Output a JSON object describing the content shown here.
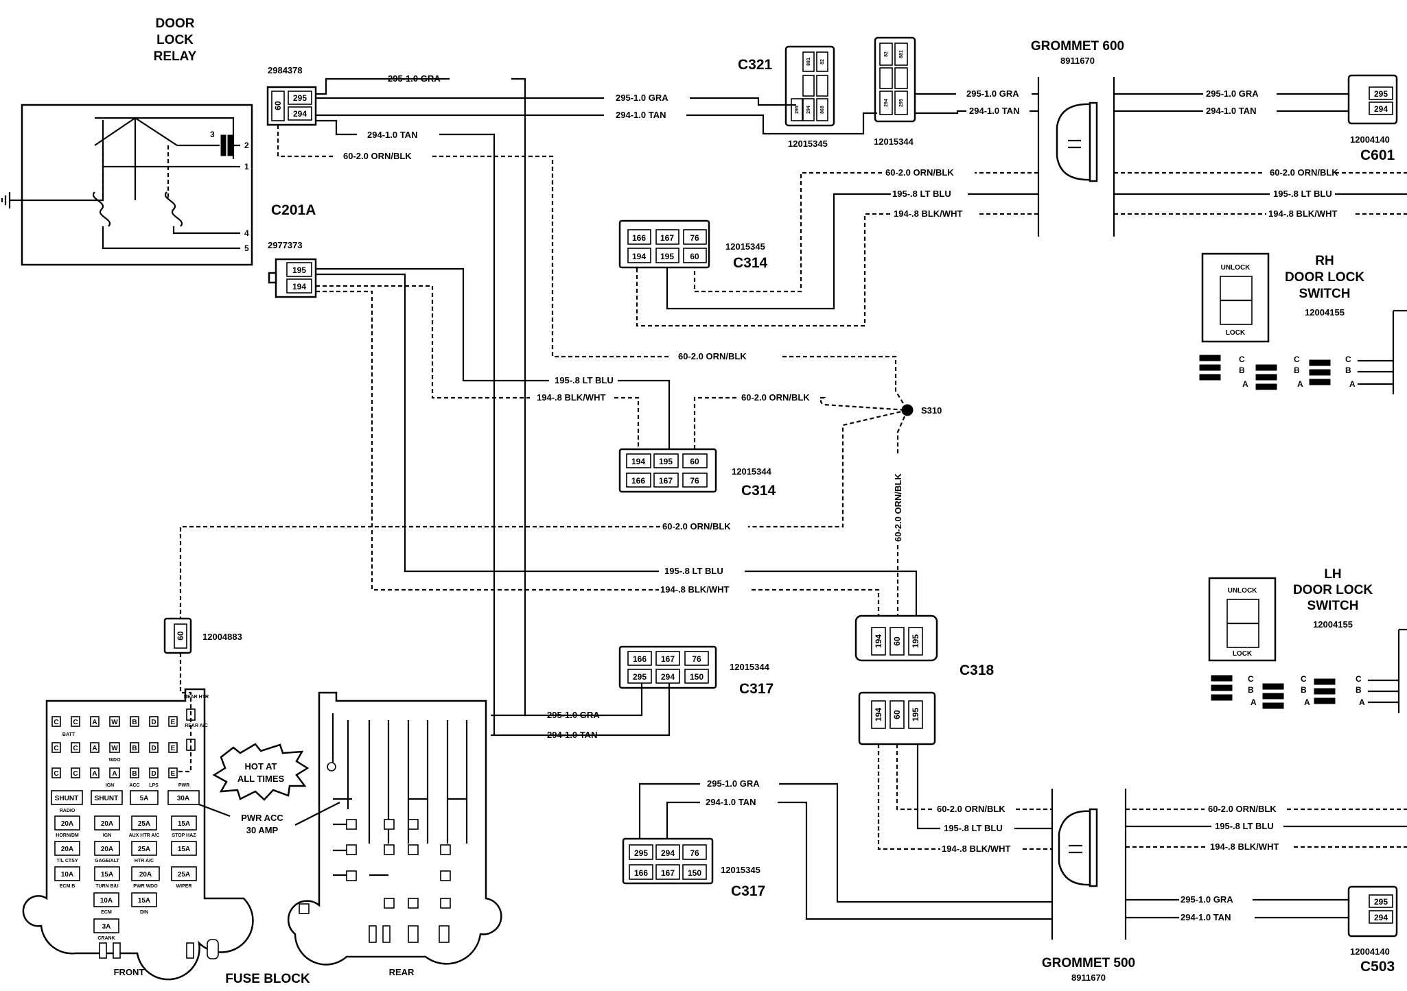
{
  "relay": {
    "title_line1": "DOOR",
    "title_line2": "LOCK",
    "title_line3": "RELAY",
    "pins": [
      "1",
      "2",
      "3",
      "4",
      "5"
    ]
  },
  "connectors": {
    "c201a_top_part": "2984378",
    "c201a_label": "C201A",
    "c201a_bottom_part": "2977373",
    "c321_label": "C321",
    "c321_part": "12015345",
    "c321b_part": "12015344",
    "c314a_part": "12015345",
    "c314a_label": "C314",
    "c314b_part": "12015344",
    "c314b_label": "C314",
    "c317a_part": "12015344",
    "c317a_label": "C317",
    "c317b_part": "12015345",
    "c317b_label": "C317",
    "c318_label": "C318",
    "fuse_conn_part": "12004883",
    "c601_part": "12004140",
    "c601_label": "C601",
    "c503_part": "12004140",
    "c503_label": "C503",
    "s310": "S310"
  },
  "grommets": {
    "g600_label": "GROMMET 600",
    "g600_part": "8911670",
    "g500_label": "GROMMET 500",
    "g500_part": "8911670"
  },
  "switches": {
    "rh_title_1": "RH",
    "rh_title_2": "DOOR LOCK",
    "rh_title_3": "SWITCH",
    "rh_part": "12004155",
    "lh_title_1": "LH",
    "lh_title_2": "DOOR LOCK",
    "lh_title_3": "SWITCH",
    "lh_part": "12004155",
    "unlock": "UNLOCK",
    "lock": "LOCK",
    "terms": [
      "C",
      "B",
      "A"
    ]
  },
  "wires": {
    "w295": "295-1.0 GRA",
    "w294": "294-1.0 TAN",
    "w60": "60-2.0 ORN/BLK",
    "w195": "195-.8 LT BLU",
    "w194": "194-.8 BLK/WHT",
    "w295s": "295-1.0 GRA",
    "w294s": "294-1.0 TAN",
    "w60s": "60-2.0 ORN/BLK",
    "w195s": "195-.8 LT BLU",
    "w194s": "194-.8 BLK/WHT",
    "w60v": "60-2.0 ORN/BLK"
  },
  "cavities": {
    "c60": "60",
    "c194": "194",
    "c195": "195",
    "c166": "166",
    "c167": "167",
    "c76": "76",
    "c150": "150",
    "c294": "294",
    "c295": "295",
    "c881": "881",
    "c82": "82",
    "c868": "868"
  },
  "fuse_block": {
    "title": "FUSE BLOCK",
    "front": "FRONT",
    "rear": "REAR",
    "hot_line1": "HOT AT",
    "hot_line2": "ALL TIMES",
    "pwr_line1": "PWR ACC",
    "pwr_line2": "30 AMP",
    "top_row": [
      "C",
      "C",
      "A",
      "W",
      "B",
      "D",
      "E"
    ],
    "fuses": [
      "SHUNT",
      "SHUNT",
      "5A",
      "30A",
      "20A",
      "20A",
      "25A",
      "15A",
      "20A",
      "20A",
      "25A",
      "15A",
      "10A",
      "15A",
      "20A",
      "25A",
      "10A",
      "15A",
      "3A"
    ],
    "fuse_names": [
      "HORN/DM",
      "IGN",
      "AUX HTR A/C",
      "STOP HAZ",
      "RADIO",
      "GAGE/ALT",
      "HTR A/C",
      "PWR",
      "T/L CTSY",
      "TURN B/U",
      "PWR WDO",
      "WIPER",
      "ECM B",
      "ECM",
      "CRANK",
      "BATT",
      "IGN",
      "ACC",
      "LPS",
      "REAR HTR",
      "REAR A/C",
      "DIN",
      "WDO"
    ]
  }
}
